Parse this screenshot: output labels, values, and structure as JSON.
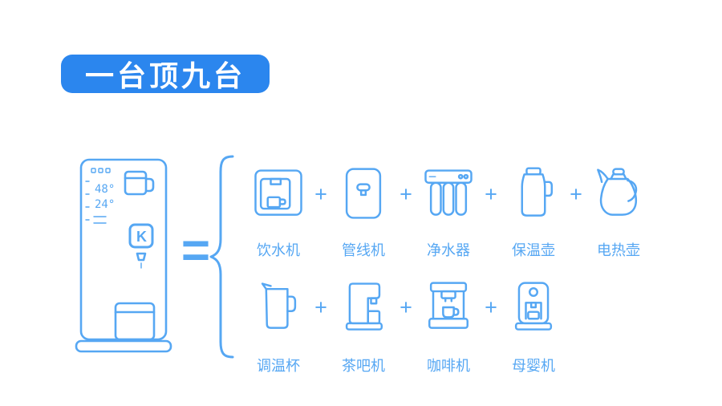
{
  "title_badge": {
    "label": "一台顶九台"
  },
  "symbols": {
    "equals": "=",
    "plus": "+"
  },
  "machine": {
    "display": {
      "temp_hot": "48°",
      "temp_cold": "24°"
    },
    "logo": "K"
  },
  "groups": {
    "row1": [
      {
        "icon": "water-dispenser",
        "label": "饮水机"
      },
      {
        "icon": "pipeline-machine",
        "label": "管线机"
      },
      {
        "icon": "water-purifier",
        "label": "净水器"
      },
      {
        "icon": "thermos",
        "label": "保温壶"
      },
      {
        "icon": "electric-kettle",
        "label": "电热壶"
      }
    ],
    "row2": [
      {
        "icon": "temperature-cup",
        "label": "调温杯"
      },
      {
        "icon": "tea-bar-machine",
        "label": "茶吧机"
      },
      {
        "icon": "coffee-machine",
        "label": "咖啡机"
      },
      {
        "icon": "baby-formula-machine",
        "label": "母婴机"
      }
    ]
  },
  "colors": {
    "accent": "#2b86ee",
    "line": "#56a7f3"
  }
}
